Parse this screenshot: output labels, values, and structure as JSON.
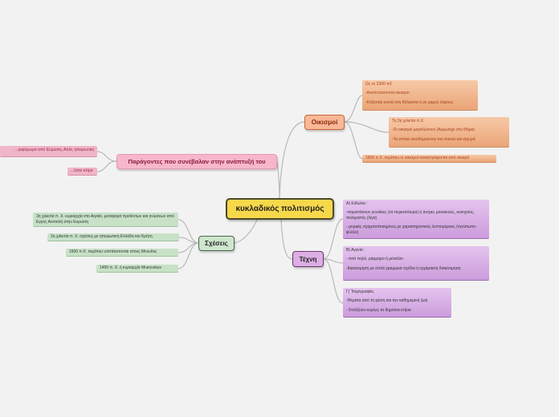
{
  "central": "κυκλαδικός πολιτισμός",
  "branches": {
    "oikismoi": {
      "label": "Οικισμοί",
      "items": [
        [
          "Ως το 2300 πΧ",
          "-Αναπτύσσονται οικισμοι",
          "-Κτίζονται κοντά στη θάλασσα ή σε χαμηλ λόφους"
        ],
        [
          "Τη 3η χιλιετία π.Χ.",
          "-Οι οικισμοί μεγαλώνουν (Ακρωτήρι στη Θήρα)",
          "-Τα σπίτια οικοδομούνται πιο πυκνά και ισχυρά"
        ],
        [
          "1600 π.Χ. περίπου οι οικισμοί καταστρέφονται από σεισμό"
        ]
      ]
    },
    "techni": {
      "label": "Τέχνη",
      "items": [
        [
          "Α) Ειδώλια :",
          "-παριστάνουν γυναίκες (τα περισσότερα) ή άντρες μουσικούς, κυνηγούς, πολεμιστές (λίγα)",
          "- μορφές σχηματοποιημένες με χαρακτηριστικές λεπτομέρειες (πρόσωπο-φύλλο)"
        ],
        [
          "Β) Αγγεία :",
          "- από πηλό, μάρμαρο ή μέταλλο",
          "-διακόσμηση με απλά γραμμικά σχέδια ή εγχάρακτη διακόσμηση"
        ],
        [
          "Γ) Τοιχογραφίες",
          "-Θέματα από τη φύση και την καθημερινή ζωή",
          "- Στολίζουν κυρίως τα δημόσια κτίρια"
        ]
      ]
    },
    "scheseis": {
      "label": "Σχέσεις",
      "items": [
        [
          "3η χιλιετία π. Χ. κυριαρχία στο Αιγαίο, μεταφορά προϊόντων και γνώσεων από Εγγύς Ανατολή στην Ευρώπη"
        ],
        [
          "2η χιλιετία π. Χ. σχέσεις με ηπειρωτική Ελλάδα και Κρήτη"
        ],
        [
          "1600 π.Χ. περίπου υποτάσσονται στους Μινωίτες"
        ],
        [
          "1450 π. Χ. ή κυριαρχία Μυκηναίων"
        ]
      ]
    },
    "paragontes": {
      "label": "Παράγοντες που συνέβαλαν στην ανάπτυξή του",
      "items": [
        [
          "...γεφύρωμα από Ευρώπη, Ασία, ηπειρωτική"
        ],
        [
          "...ήπιο κλίμα"
        ]
      ]
    }
  }
}
